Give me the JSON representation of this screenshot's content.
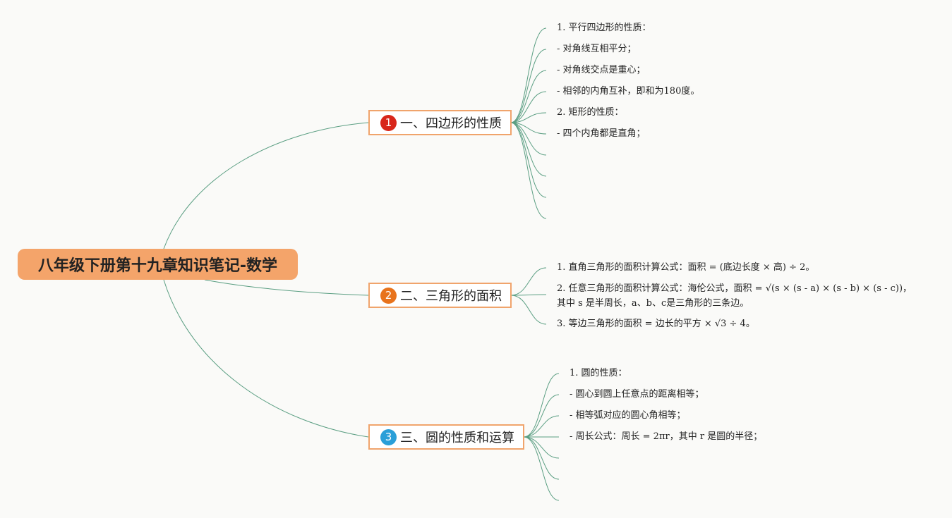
{
  "diagram": {
    "root": {
      "label": "八年级下册第十九章知识笔记-数学"
    },
    "branches": [
      {
        "number": "1",
        "title": "一、四边形的性质",
        "color": "#d8261a",
        "leaves": [
          "1. 平行四边形的性质：",
          "- 对角线互相平分；",
          "- 对角线交点是重心；",
          "- 相邻的内角互补，即和为180度。",
          "2. 矩形的性质：",
          "- 四个内角都是直角；"
        ]
      },
      {
        "number": "2",
        "title": "二、三角形的面积",
        "color": "#e8731c",
        "leaves": [
          "1. 直角三角形的面积计算公式：面积 = (底边长度 × 高) ÷ 2。",
          "2. 任意三角形的面积计算公式：海伦公式，面积 = √(s × (s - a) × (s - b) × (s - c))，",
          "其中 s 是半周长，a、b、c是三角形的三条边。",
          "3. 等边三角形的面积 = 边长的平方 × √3 ÷ 4。"
        ]
      },
      {
        "number": "3",
        "title": "三、圆的性质和运算",
        "color": "#2a9fd8",
        "leaves": [
          "1. 圆的性质：",
          "- 圆心到圆上任意点的距离相等；",
          "- 相等弧对应的圆心角相等；",
          "- 周长公式：周长 = 2πr，其中 r 是圆的半径；"
        ]
      }
    ],
    "colors": {
      "connector": "#5a9e82",
      "branch_border": "#f0a46c",
      "root_fill": "#f4a46a"
    }
  }
}
